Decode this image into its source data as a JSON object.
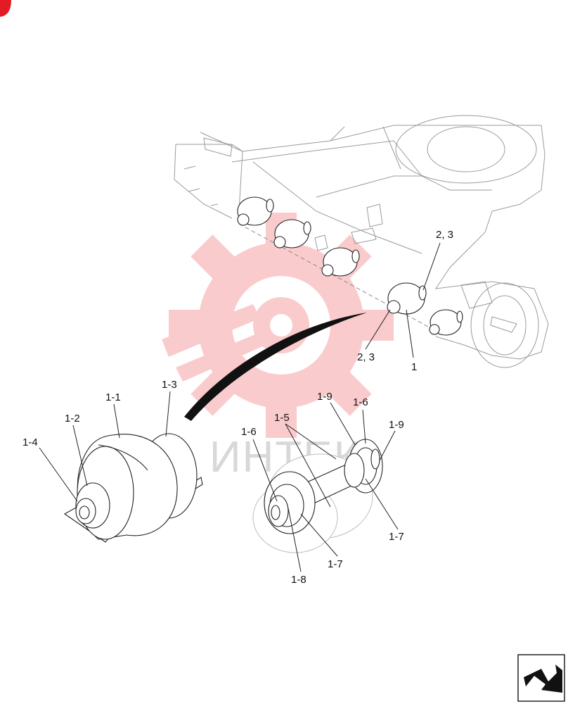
{
  "watermark": {
    "text": "ИНТЕК",
    "color": "#f7a1a3",
    "badge_color": "#e21b24"
  },
  "callouts": {
    "c_2_3_top": "2, 3",
    "c_2_3_bottom": "2, 3",
    "c_1": "1",
    "c_1_1": "1-1",
    "c_1_2": "1-2",
    "c_1_3": "1-3",
    "c_1_4": "1-4",
    "c_1_5": "1-5",
    "c_1_6_left": "1-6",
    "c_1_6_right": "1-6",
    "c_1_7_right": "1-7",
    "c_1_7_bottom": "1-7",
    "c_1_8": "1-8",
    "c_1_9_left": "1-9",
    "c_1_9_right": "1-9"
  },
  "icons": {
    "corner_badge": "logo-badge-icon",
    "nav_arrow": "nav-arrow-icon"
  }
}
